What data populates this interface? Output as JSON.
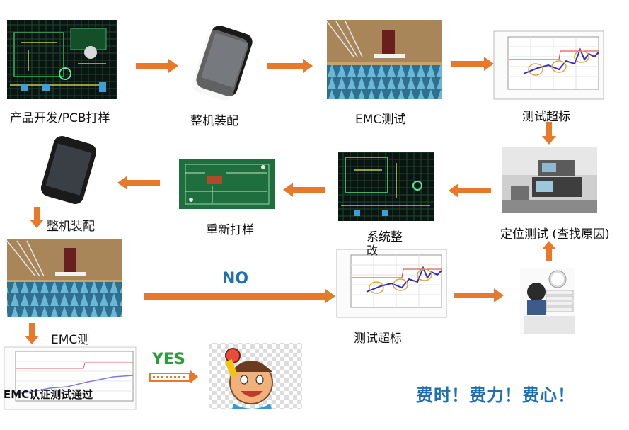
{
  "labels": {
    "pcb_dev": "产品开发/PCB打样",
    "assembly1": "整机装配",
    "emc_test1": "EMC测试",
    "over_limit1": "测试超标",
    "locate": "定位测试 (查找原因)",
    "system_fix_line1": "系统整",
    "system_fix_line2": "改",
    "reproto": "重新打样",
    "assembly2": "整机装配",
    "emc_test2": "EMC测",
    "over_limit2": "测试超标",
    "emc_pass": "EMC认证测试通过"
  },
  "decisions": {
    "no": "NO",
    "yes": "YES"
  },
  "slogan": "费时！费力！费心！",
  "colors": {
    "arrow": "#e8782a",
    "no_text": "#1f6fb5",
    "yes_text": "#2a9d3a",
    "slogan": "#1f6fb5"
  }
}
